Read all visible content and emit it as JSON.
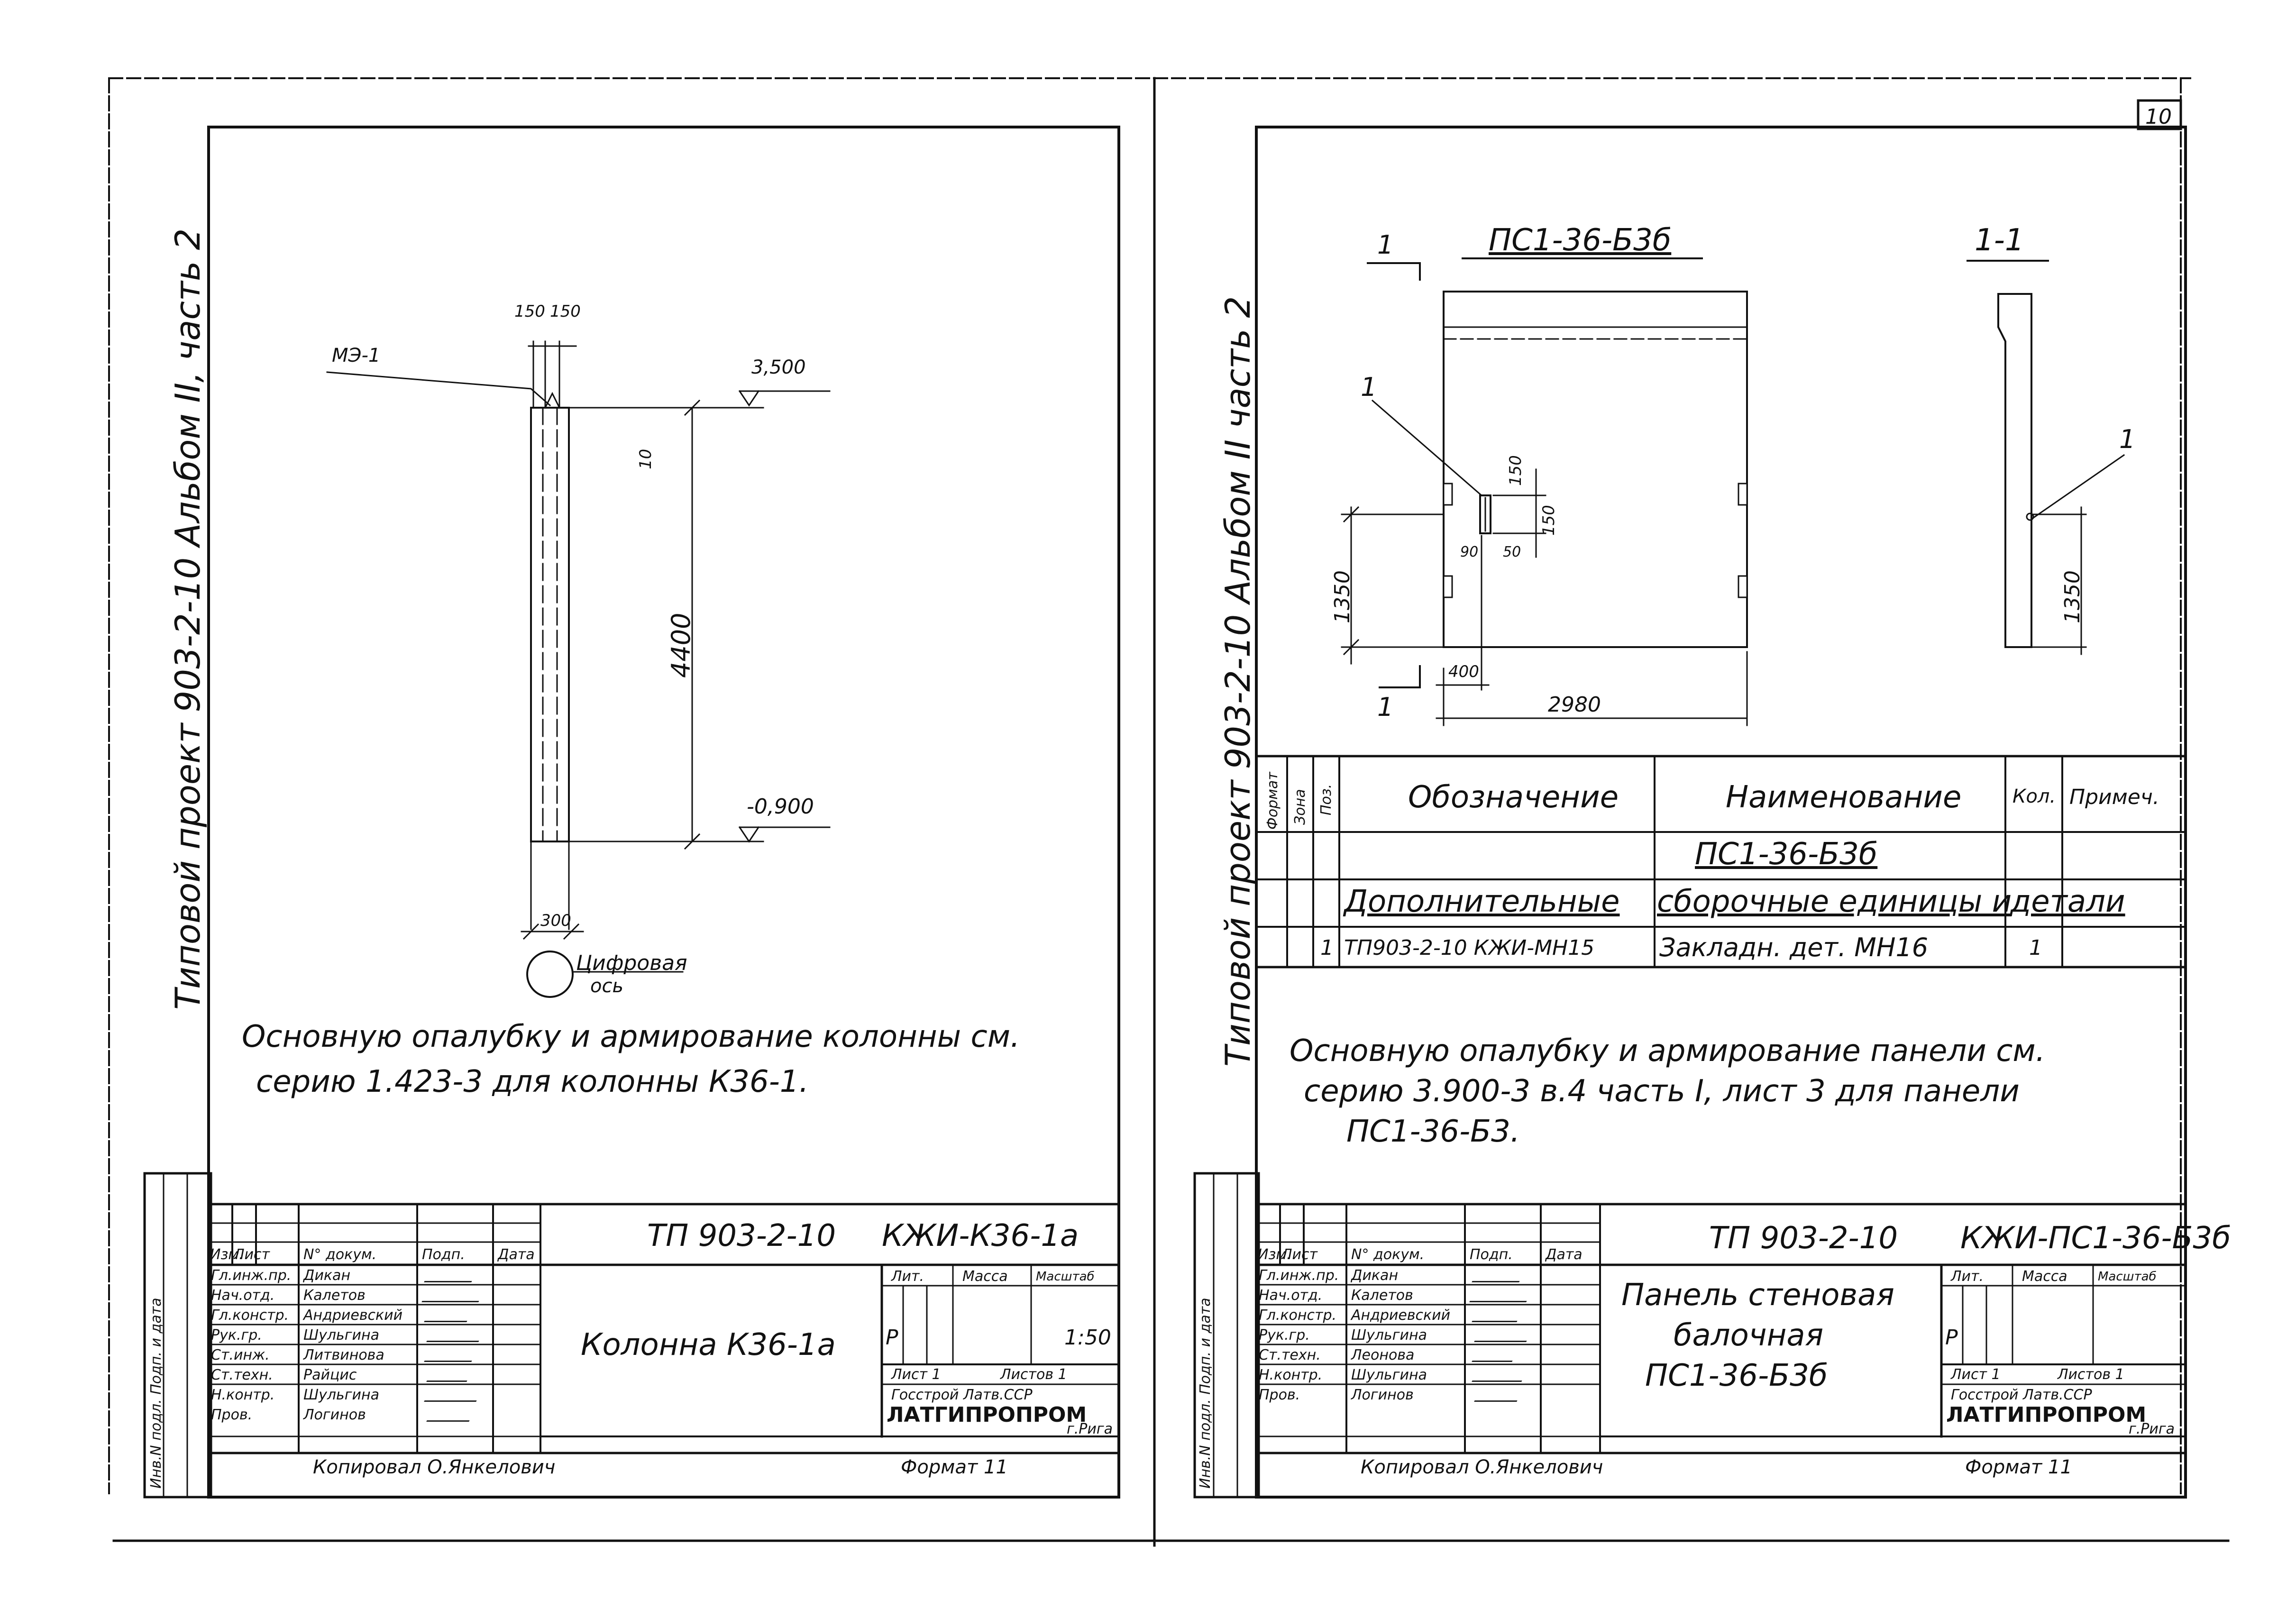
{
  "page_number": "10",
  "left": {
    "side_label": "Типовой проект 903-2-10   Альбом II, часть 2",
    "side_stamp": "Инв.N подл.  Подп. и дата",
    "drawing": {
      "mark": "МЭ-1",
      "dim_150_a": "150",
      "dim_150_b": "150",
      "elev_top": "3,500",
      "dim_10": "10",
      "dim_4400": "4400",
      "elev_bottom": "-0,900",
      "dim_300": "300",
      "axis_label_1": "Цифровая",
      "axis_label_2": "ось"
    },
    "note_line1": "Основную опалубку и армирование колонны см.",
    "note_line2": "серию 1.423-3  для колонны К36-1.",
    "title_block": {
      "doc_code": "ТП 903-2-10",
      "sheet_code": "КЖИ-К36-1а",
      "col_headers": [
        "Изм.",
        "Лист",
        "N° докум.",
        "Подп.",
        "Дата"
      ],
      "roles": [
        "Гл.инж.пр.",
        "Нач.отд.",
        "Гл.констр.",
        "Рук.гр.",
        "Ст.инж.",
        "Ст.техн.",
        "Н.контр.",
        "Пров."
      ],
      "names": [
        "Дикан",
        "Калетов",
        "Андриевский",
        "Шульгина",
        "Литвинова",
        "Райцис",
        "Шульгина",
        "Логинов"
      ],
      "title": "Колонна  К36-1а",
      "lit_label": "Лит.",
      "mass_label": "Масса",
      "scale_label": "Масштаб",
      "lit_value": "Р",
      "scale_value": "1:50",
      "sheet_label": "Лист 1",
      "sheets_label": "Листов 1",
      "org_small": "Госстрой Латв.ССР",
      "org": "ЛАТГИПРОПРОМ",
      "city": "г.Рига",
      "copied": "Копировал О.Янкелович",
      "format": "Формат 11"
    }
  },
  "right": {
    "side_label": "Типовой проект 903-2-10   Альбом II часть 2",
    "side_stamp": "Инв.N подл.  Подп. и дата",
    "drawing": {
      "panel_name": "ПС1-36-Б3б",
      "section_label": "1-1",
      "cut_1": "1",
      "cut_2": "1",
      "leader_1": "1",
      "leader_2": "1",
      "dim_150_a": "150",
      "dim_150_b": "150",
      "dim_50": "50",
      "dim_90": "90",
      "dim_1350_left": "1350",
      "dim_1350_right": "1350",
      "dim_400": "400",
      "dim_2980": "2980"
    },
    "spec_table": {
      "headers": [
        "Формат",
        "Зона",
        "Поз.",
        "Обозначение",
        "Наименование",
        "Кол.",
        "Примеч."
      ],
      "row1": "ПС1-36-Б3б",
      "row2": [
        "Дополнительные",
        "сборочные единицы и",
        "детали"
      ],
      "row3": {
        "pos": "1",
        "designation": "ТП903-2-10 КЖИ-МН15",
        "name": "Закладн. дет. МН16",
        "qty": "1"
      }
    },
    "note_line1": "Основную опалубку и армирование панели см.",
    "note_line2": "серию 3.900-3 в.4 часть I, лист 3 для панели",
    "note_line3": "ПС1-36-Б3.",
    "title_block": {
      "doc_code": "ТП 903-2-10",
      "sheet_code": "КЖИ-ПС1-36-Б3б",
      "col_headers": [
        "Изм.",
        "Лист",
        "N° докум.",
        "Подп.",
        "Дата"
      ],
      "roles": [
        "Гл.инж.пр.",
        "Нач.отд.",
        "Гл.констр.",
        "Рук.гр.",
        "Ст.техн.",
        "Н.контр.",
        "Пров."
      ],
      "names": [
        "Дикан",
        "Калетов",
        "Андриевский",
        "Шульгина",
        "Леонова",
        "Шульгина",
        "Логинов"
      ],
      "title_1": "Панель стеновая",
      "title_2": "балочная",
      "title_3": "ПС1-36-Б3б",
      "lit_label": "Лит.",
      "mass_label": "Масса",
      "scale_label": "Масштаб",
      "lit_value": "Р",
      "sheet_label": "Лист 1",
      "sheets_label": "Листов 1",
      "org_small": "Госстрой Латв.ССР",
      "org": "ЛАТГИПРОПРОМ",
      "city": "г.Рига",
      "copied": "Копировал О.Янкелович",
      "format": "Формат 11"
    }
  }
}
